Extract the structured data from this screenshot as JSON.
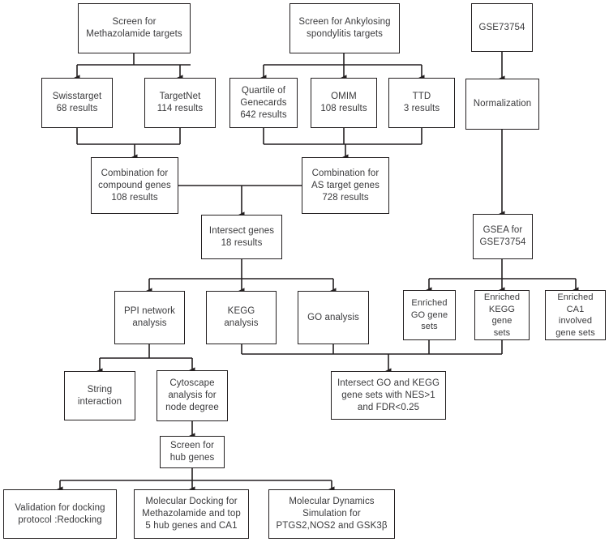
{
  "diagram": {
    "title": "Methazolamide / Ankylosing spondylitis network pharmacology workflow",
    "colors": {
      "border": "#231f20",
      "text": "#3a3a3c",
      "background": "#ffffff"
    },
    "nodes": [
      {
        "id": "screen_meth",
        "label": "Screen for\nMethazolamide targets"
      },
      {
        "id": "screen_as",
        "label": "Screen for Ankylosing\nspondylitis targets"
      },
      {
        "id": "gse",
        "label": "GSE73754"
      },
      {
        "id": "swisstarget",
        "label": "Swisstarget\n68 results"
      },
      {
        "id": "targetnet",
        "label": "TargetNet\n114 results"
      },
      {
        "id": "genecards",
        "label": "Quartile of\nGenecards\n642 results"
      },
      {
        "id": "omim",
        "label": "OMIM\n108 results"
      },
      {
        "id": "ttd",
        "label": "TTD\n3 results"
      },
      {
        "id": "normalization",
        "label": "Normalization"
      },
      {
        "id": "comb_compound",
        "label": "Combination for\ncompound genes\n108 results"
      },
      {
        "id": "comb_as",
        "label": "Combination for\nAS target genes\n728 results"
      },
      {
        "id": "intersect_genes",
        "label": "Intersect genes\n18 results"
      },
      {
        "id": "gsea",
        "label": "GSEA for\nGSE73754"
      },
      {
        "id": "ppi",
        "label": "PPI network\nanalysis"
      },
      {
        "id": "kegg",
        "label": "KEGG\nanalysis"
      },
      {
        "id": "go",
        "label": "GO analysis"
      },
      {
        "id": "enriched_go",
        "label": "Enriched\nGO gene\nsets"
      },
      {
        "id": "enriched_kegg",
        "label": "Enriched\nKEGG\ngene\nsets"
      },
      {
        "id": "enriched_ca1",
        "label": "Enriched\nCA1\ninvolved\ngene sets"
      },
      {
        "id": "string",
        "label": "String\ninteraction"
      },
      {
        "id": "cytoscape",
        "label": "Cytoscape\nanalysis for\nnode degree"
      },
      {
        "id": "intersect_gokegg",
        "label": "Intersect GO and KEGG\ngene sets with NES>1\nand FDR<0.25"
      },
      {
        "id": "screen_hub",
        "label": "Screen for\nhub genes"
      },
      {
        "id": "validation",
        "label": "Validation for docking\nprotocol :Redocking"
      },
      {
        "id": "mol_docking",
        "label": "Molecular Docking for\nMethazolamide and top\n5 hub genes and CA1"
      },
      {
        "id": "mol_dynamics",
        "label": "Molecular Dynamics\nSimulation for\nPTGS2,NOS2 and GSK3β"
      }
    ]
  }
}
